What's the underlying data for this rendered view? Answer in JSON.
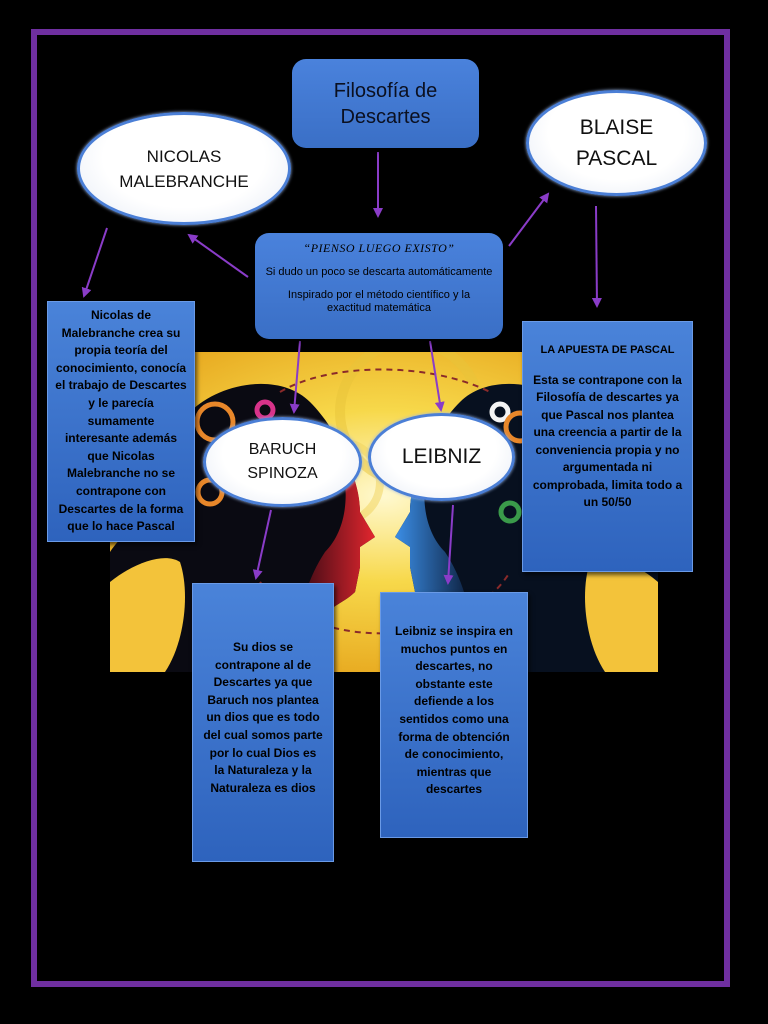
{
  "title": "Filosofía de Descartes",
  "central": {
    "quote": "“PIENSO LUEGO EXISTO”",
    "line1": "Si dudo un poco se descarta automáticamente",
    "line2": "Inspirado por el método científico y la exactitud matemática"
  },
  "nodes": {
    "malebranche": "NICOLAS MALEBRANCHE",
    "pascal": "BLAISE PASCAL",
    "spinoza": "BARUCH SPINOZA",
    "leibniz": "LEIBNIZ"
  },
  "descriptions": {
    "malebranche": "Nicolas de Malebranche crea su propia teoría del conocimiento, conocía el trabajo de Descartes y le parecía sumamente interesante además que Nicolas Malebranche no se contrapone con Descartes de la forma que lo hace Pascal",
    "pascal_title": "LA APUESTA DE PASCAL",
    "pascal": "Esta se contrapone con la Filosofía de descartes ya que Pascal nos plantea una creencia a partir de la conveniencia propia y no argumentada ni comprobada, limita todo a un 50/50",
    "spinoza": "Su dios se contrapone al de Descartes ya que Baruch nos plantea un dios que es todo del cual somos parte por lo cual Dios es la Naturaleza y la Naturaleza es dios",
    "leibniz": "Leibniz se inspira en muchos puntos en descartes, no obstante este defiende a los sentidos como una forma de obtención de conocimiento, mientras que descartes"
  },
  "colors": {
    "frame": "#6f2fa0",
    "box": "#3d74cc",
    "arrow": "#8a3cc8",
    "background": "#000000"
  }
}
